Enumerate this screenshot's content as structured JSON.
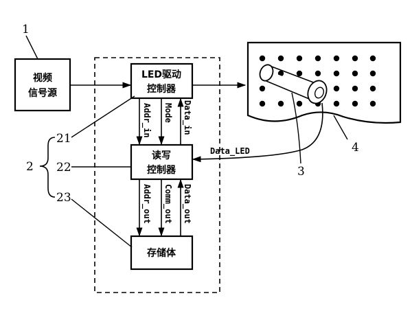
{
  "blocks": {
    "video_source": [
      "视频",
      "信号源"
    ],
    "led_driver": [
      "LED驱动",
      "控制器"
    ],
    "rw_controller": [
      "读写",
      "控制器"
    ],
    "storage": "存储体"
  },
  "signals": {
    "addr_in": "Addr_in",
    "mode": "Mode",
    "data_in": "Data_in",
    "addr_out": "Addr_out",
    "comm_out": "Comm_out",
    "data_out": "Data_out",
    "data_led": "Data_LED"
  },
  "reference_numbers": {
    "n1": "1",
    "n2": "2",
    "n21": "21",
    "n22": "22",
    "n23": "23",
    "n3": "3",
    "n4": "4"
  },
  "colors": {
    "stroke": "#000000",
    "background": "#ffffff"
  }
}
